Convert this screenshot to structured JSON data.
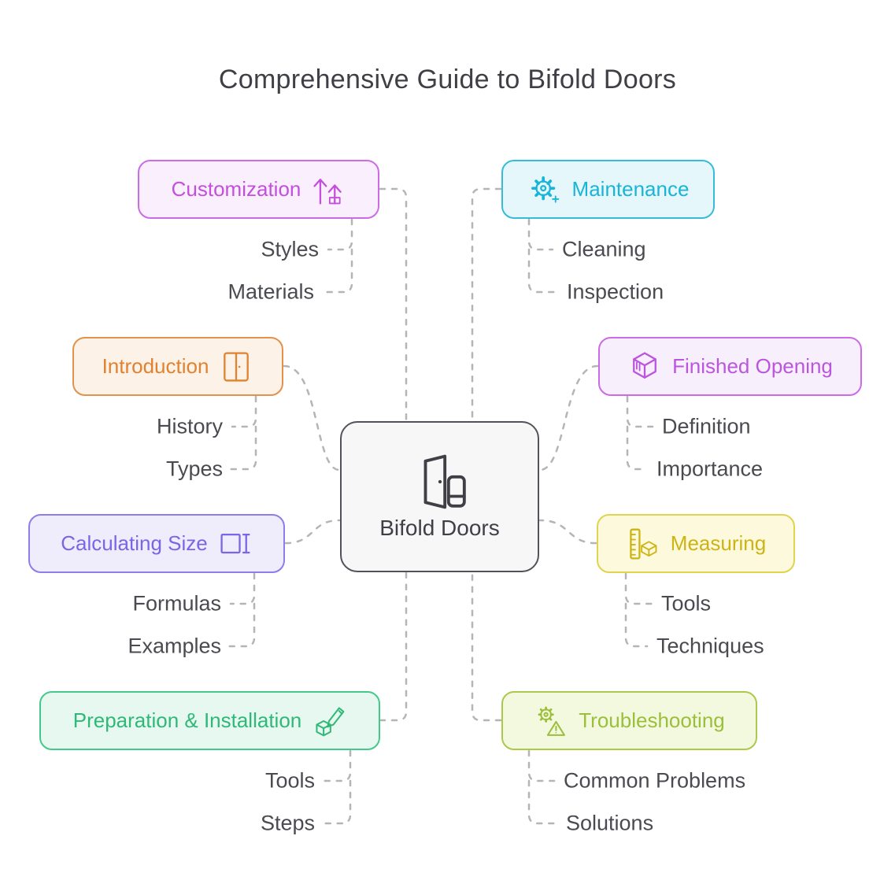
{
  "title": "Comprehensive Guide to Bifold Doors",
  "center": {
    "label": "Bifold Doors",
    "icon": "bifold-door-icon"
  },
  "branches": [
    {
      "key": "customization",
      "label": "Customization",
      "icon": "raise-height-arrows-icon",
      "color": "#c44fdd",
      "background": "#faeffd",
      "children": [
        "Styles",
        "Materials"
      ]
    },
    {
      "key": "maintenance",
      "label": "Maintenance",
      "icon": "gear-icon",
      "color": "#18b5d8",
      "background": "#e5f7fb",
      "children": [
        "Cleaning",
        "Inspection"
      ]
    },
    {
      "key": "introduction",
      "label": "Introduction",
      "icon": "door-icon",
      "color": "#e0822f",
      "background": "#fcf2e7",
      "children": [
        "History",
        "Types"
      ]
    },
    {
      "key": "finished_opening",
      "label": "Finished Opening",
      "icon": "cube-icon",
      "color": "#bb55dd",
      "background": "#f8effd",
      "children": [
        "Definition",
        "Importance"
      ]
    },
    {
      "key": "calculating_size",
      "label": "Calculating Size",
      "icon": "measure-square-icon",
      "color": "#7a65e6",
      "background": "#efecfc",
      "children": [
        "Formulas",
        "Examples"
      ]
    },
    {
      "key": "measuring",
      "label": "Measuring",
      "icon": "ruler-cube-icon",
      "color": "#cdb414",
      "background": "#fcf9dd",
      "children": [
        "Tools",
        "Techniques"
      ]
    },
    {
      "key": "preparation_installation",
      "label": "Preparation & Installation",
      "icon": "box-pencil-icon",
      "color": "#2fb877",
      "background": "#e7f8f0",
      "children": [
        "Tools",
        "Steps"
      ]
    },
    {
      "key": "troubleshooting",
      "label": "Troubleshooting",
      "icon": "gear-warning-icon",
      "color": "#9cbf3b",
      "background": "#f3f9df",
      "children": [
        "Common Problems",
        "Solutions"
      ]
    }
  ],
  "colors": {
    "center_border": "#52525b",
    "center_background": "#f7f7f8",
    "connector": "#b5b5b5",
    "title_text": "#3f3f46",
    "subtopic_text": "#4a4a50"
  }
}
